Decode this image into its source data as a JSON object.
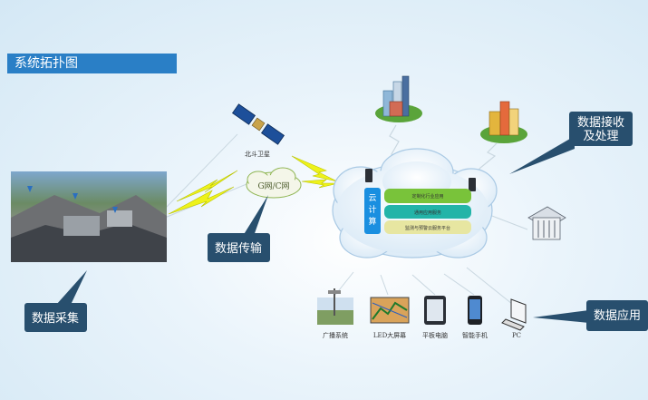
{
  "header": {
    "title": "系统拓扑图"
  },
  "callouts": {
    "collect": "数据采集",
    "transmit": "数据传输",
    "process_line1": "数据接收",
    "process_line2": "及处理",
    "apply": "数据应用"
  },
  "satellite": {
    "label": "北斗卫星"
  },
  "network": {
    "label": "G网/C网"
  },
  "cloud": {
    "side_label_1": "云",
    "side_label_2": "计",
    "side_label_3": "算",
    "bars": [
      "定制化行业应用",
      "通用应用服务",
      "监测与预警云服务平台"
    ]
  },
  "devices": [
    {
      "label": "广播系统"
    },
    {
      "label": "LED大屏幕"
    },
    {
      "label": "平板电脑"
    },
    {
      "label": "智能手机"
    },
    {
      "label": "PC"
    }
  ],
  "colors": {
    "header": "#2a7fc6",
    "callout": "#284f6e",
    "bolt": "#eef21a",
    "bar_green": "#79c33a",
    "bar_teal": "#23b4a8",
    "bar_yellow": "#e7e6a1",
    "cloud_panel": "#1a8fe0"
  }
}
